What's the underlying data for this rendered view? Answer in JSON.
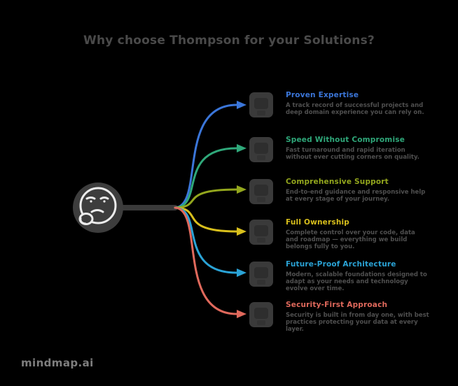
{
  "title": "Why choose Thompson for your Solutions?",
  "center": {
    "icon": "thinking-face",
    "node_color": "#3d3d3d",
    "face_color": "#ececec"
  },
  "items": [
    {
      "label": "Proven Expertise",
      "description": "A track record of successful projects and deep domain experience you can rely on.",
      "color": "#3b76d9"
    },
    {
      "label": "Speed Without Compromise",
      "description": "Fast turnaround and rapid iteration without ever cutting corners on quality.",
      "color": "#2fa87a"
    },
    {
      "label": "Comprehensive Support",
      "description": "End-to-end guidance and responsive help at every stage of your journey.",
      "color": "#93a61d"
    },
    {
      "label": "Full Ownership",
      "description": "Complete control over your code, data and roadmap — everything we build belongs fully to you.",
      "color": "#d8bf1c"
    },
    {
      "label": "Future-Proof Architecture",
      "description": "Modern, scalable foundations designed to adapt as your needs and technology evolve over time.",
      "color": "#2aa3d6"
    },
    {
      "label": "Security-First Approach",
      "description": "Security is built in from day one, with best practices protecting your data at every layer.",
      "color": "#e0695c"
    }
  ],
  "watermark": "mindmap.ai",
  "colors": {
    "background": "#000000",
    "title_text": "#4a4a4a",
    "body_text": "#4f4f4f",
    "branch_trunk": "#3a3a3a",
    "icon_box": "#3a3a3a"
  }
}
